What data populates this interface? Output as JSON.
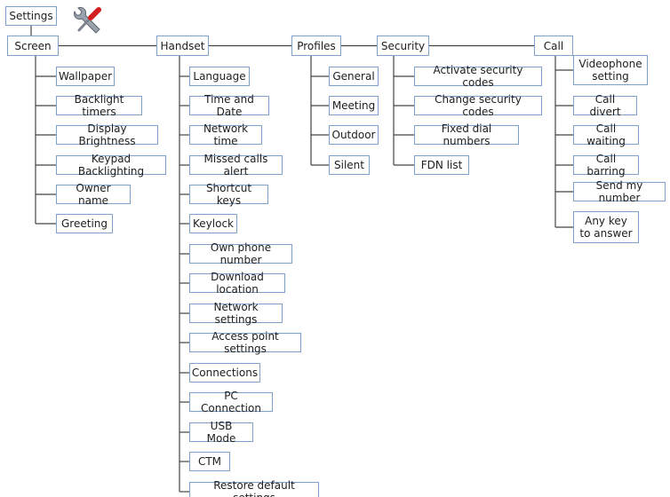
{
  "root": {
    "label": "Settings"
  },
  "icons": {
    "tools": "tools-icon"
  },
  "colors": {
    "box_border": "#7fa0c8",
    "line": "#444444",
    "text": "#202020"
  },
  "menus": [
    {
      "key": "screen",
      "label": "Screen",
      "items": [
        "Wallpaper",
        "Backlight timers",
        "Display Brightness",
        "Keypad Backlighting",
        "Owner name",
        "Greeting"
      ]
    },
    {
      "key": "handset",
      "label": "Handset",
      "items": [
        "Language",
        "Time and Date",
        "Network time",
        "Missed calls alert",
        "Shortcut keys",
        "Keylock",
        "Own phone number",
        "Download location",
        "Network settings",
        "Access point settings",
        "Connections",
        "PC Connection",
        "USB Mode",
        "CTM",
        "Restore default settings"
      ]
    },
    {
      "key": "profiles",
      "label": "Profiles",
      "items": [
        "General",
        "Meeting",
        "Outdoor",
        "Silent"
      ]
    },
    {
      "key": "security",
      "label": "Security",
      "items": [
        "Activate security codes",
        "Change security codes",
        "Fixed dial numbers",
        "FDN list"
      ]
    },
    {
      "key": "call",
      "label": "Call",
      "items": [
        "Videophone\nsetting",
        "Call divert",
        "Call waiting",
        "Call barring",
        "Send my number",
        "Any key\nto answer"
      ]
    }
  ]
}
